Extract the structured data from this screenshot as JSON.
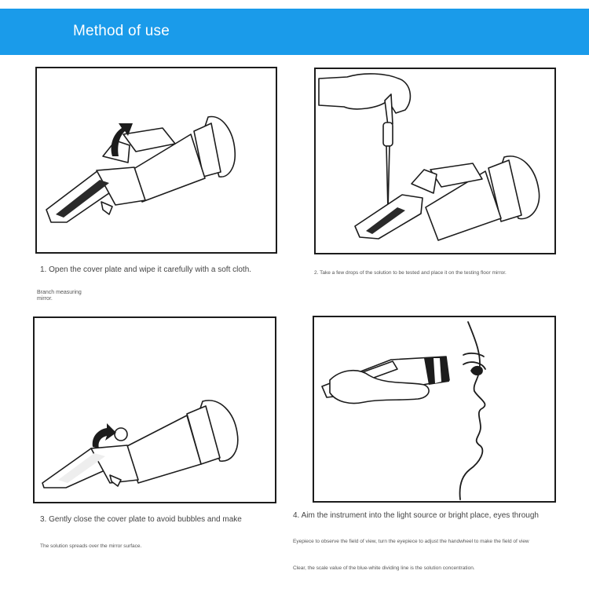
{
  "header": {
    "title": "Method of use",
    "color": "#1a9bea"
  },
  "steps": [
    {
      "caption": "1. Open the cover plate and wipe it carefully with a soft cloth.",
      "note": "Branch measuring mirror."
    },
    {
      "caption": "2. Take a few drops of the solution to be tested and place it on the testing floor mirror."
    },
    {
      "caption": "3. Gently close the cover plate to avoid bubbles and make",
      "caption_cont": "The solution spreads over the mirror surface."
    },
    {
      "caption": "4. Aim the instrument into the light source or bright place, eyes through",
      "caption_cont": "Eyepiece to observe the field of view, turn the eyepiece to adjust the handwheel to make the field of view",
      "caption_cont2": "Clear, the scale value of the blue-white dividing line is the solution concentration."
    }
  ],
  "icons": [
    "refractometer-open-illustration",
    "dropper-hand-illustration",
    "refractometer-closing-illustration",
    "eye-viewing-illustration"
  ]
}
